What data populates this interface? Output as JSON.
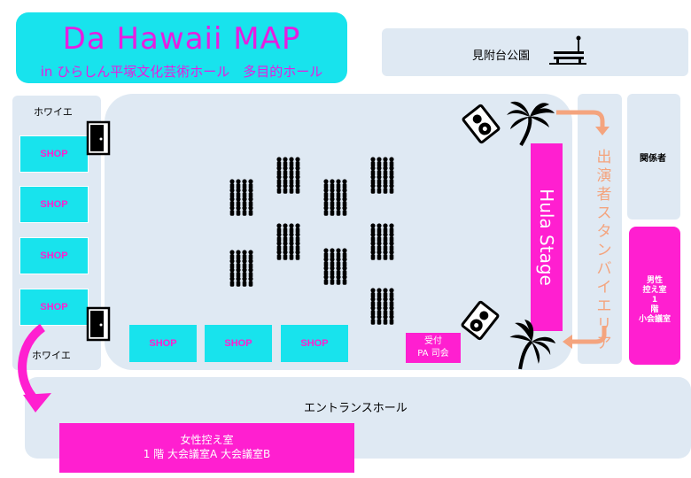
{
  "title": {
    "main": "Da Hawaii MAP",
    "subtitle": "in ひらしん平塚文化芸術ホール　多目的ホール"
  },
  "park": {
    "label": "見附台公園"
  },
  "foyer": {
    "top_label": "ホワイエ",
    "bottom_label": "ホワイエ"
  },
  "shops": {
    "left": [
      "SHOP",
      "SHOP",
      "SHOP",
      "SHOP"
    ],
    "bottom": [
      "SHOP",
      "SHOP",
      "SHOP"
    ]
  },
  "stage": {
    "label": "Hula Stage"
  },
  "reception": {
    "line1": "受付",
    "line2": "PA 司会"
  },
  "standby_area": {
    "label": "出演者スタンバイエリア"
  },
  "staff_room": {
    "label": "関係者"
  },
  "mens_room": {
    "lines": [
      "男性",
      "控え室",
      "1",
      "階",
      "小会議室"
    ]
  },
  "entrance": {
    "label": "エントランスホール"
  },
  "womens_room": {
    "line1": "女性控え室",
    "line2": "1 階 大会議室A 大会議室B"
  },
  "colors": {
    "cyan": "#18e3ed",
    "magenta": "#ff1fd0",
    "pale": "#dfe9f3",
    "orange": "#f4a47e"
  },
  "icons": [
    "door-icon",
    "speaker-icon",
    "palm-tree-icon",
    "audience-icon",
    "park-bench-icon",
    "curved-arrow-icon"
  ]
}
